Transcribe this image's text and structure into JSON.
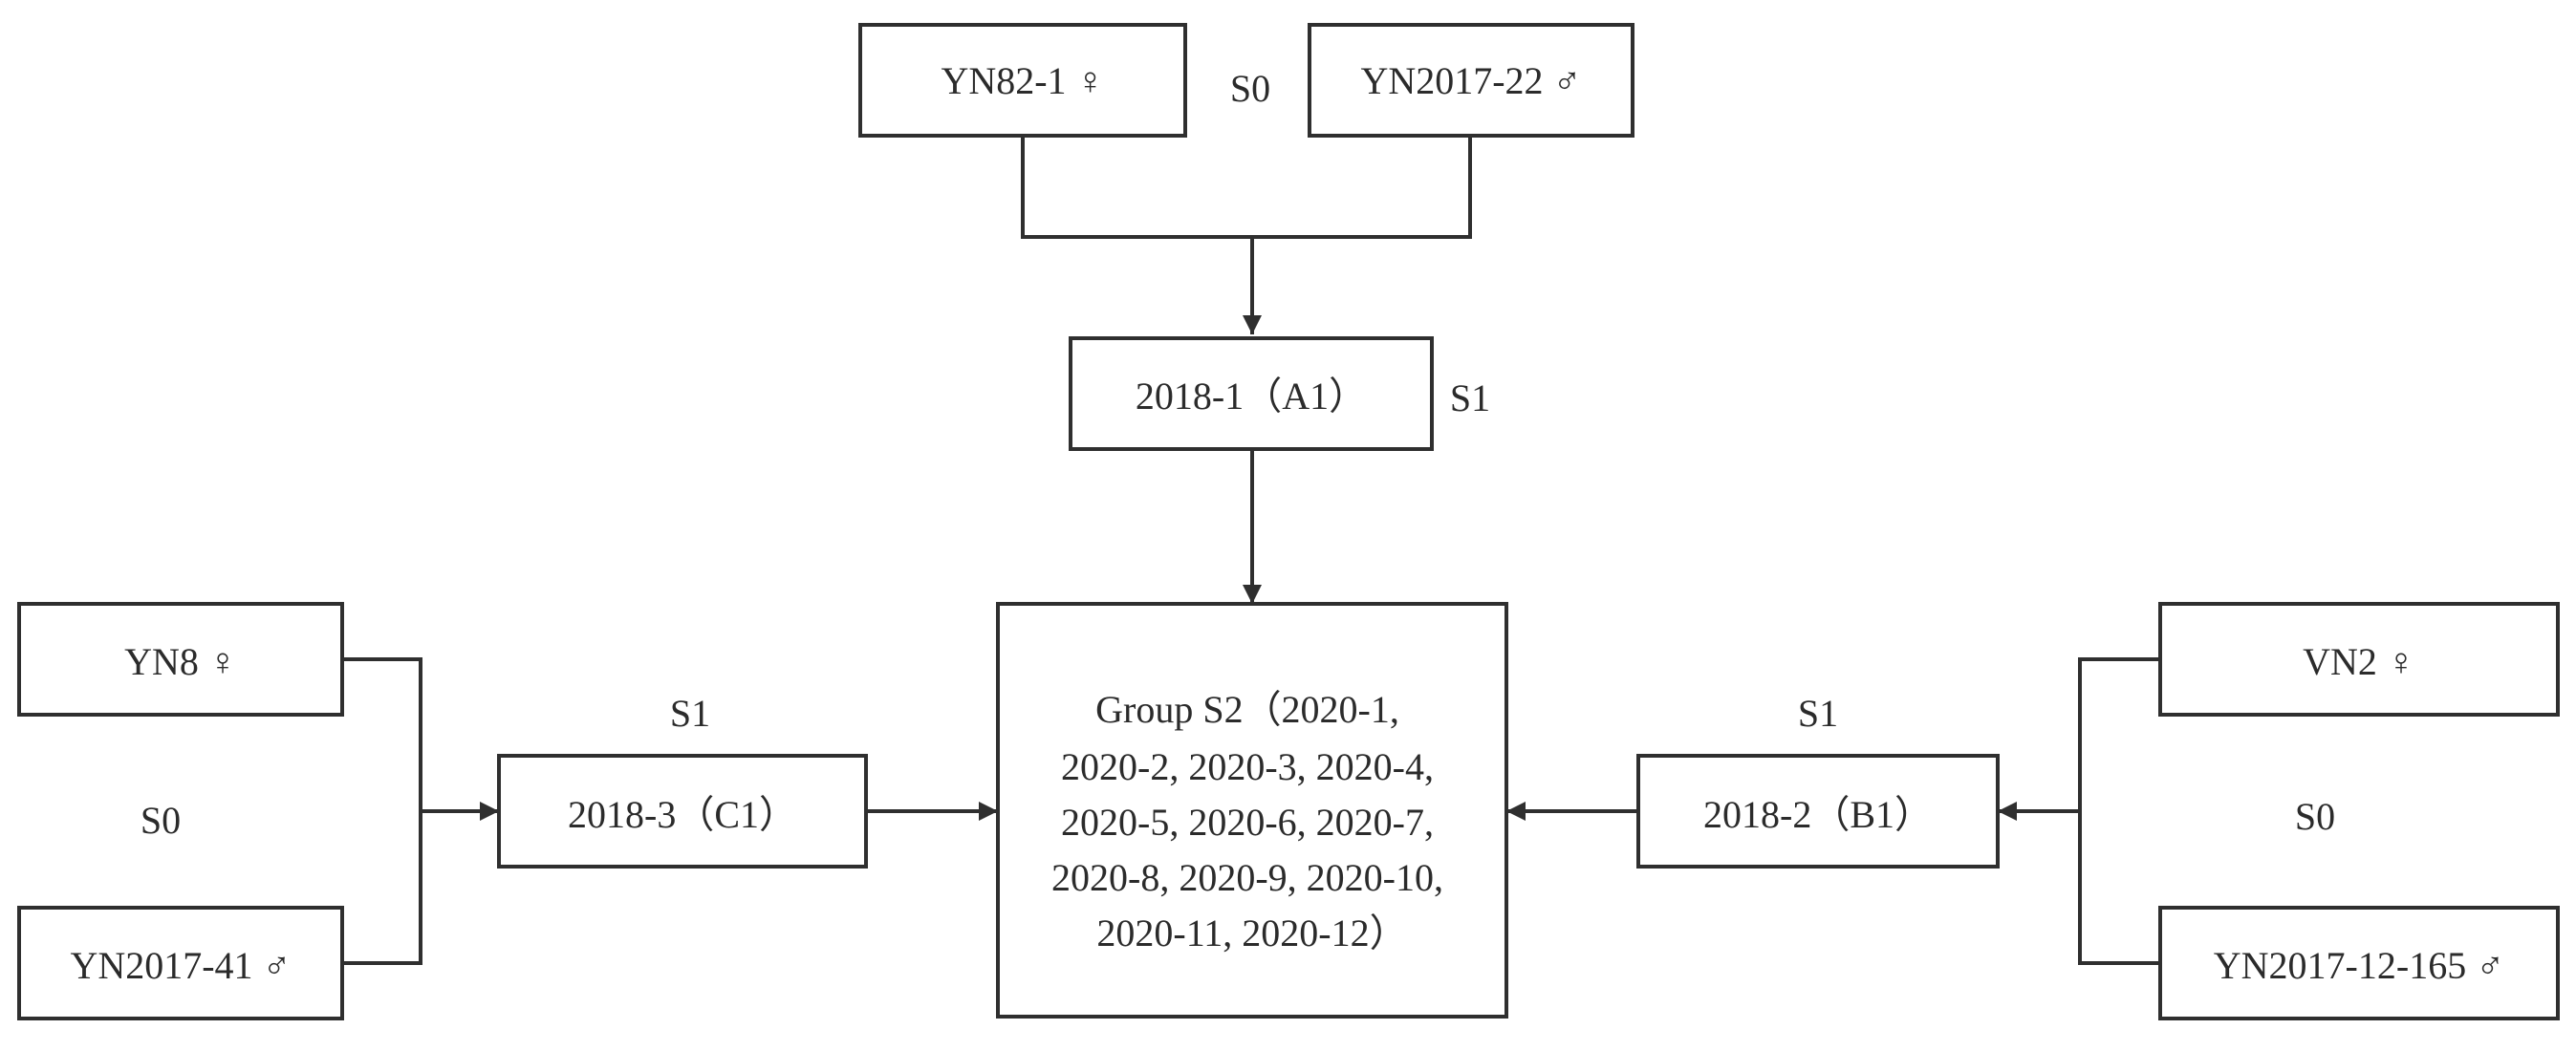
{
  "nodes": {
    "yn82_1": "YN82-1 ♀",
    "yn2017_22": "YN2017-22 ♂",
    "a1": "2018-1（A1）",
    "yn8": "YN8 ♀",
    "yn2017_41": "YN2017-41 ♂",
    "c1": "2018-3（C1）",
    "vn2": "VN2 ♀",
    "yn2017_12_165": "YN2017-12-165 ♂",
    "b1": "2018-2（B1）",
    "group_s2": [
      "Group S2（2020-1,",
      "2020-2, 2020-3, 2020-4,",
      "2020-5, 2020-6, 2020-7,",
      "2020-8, 2020-9, 2020-10,",
      "2020-11, 2020-12）"
    ]
  },
  "generation_labels": {
    "top_s0": "S0",
    "top_s1": "S1",
    "left_s0": "S0",
    "left_s1": "S1",
    "right_s0": "S0",
    "right_s1": "S1"
  }
}
